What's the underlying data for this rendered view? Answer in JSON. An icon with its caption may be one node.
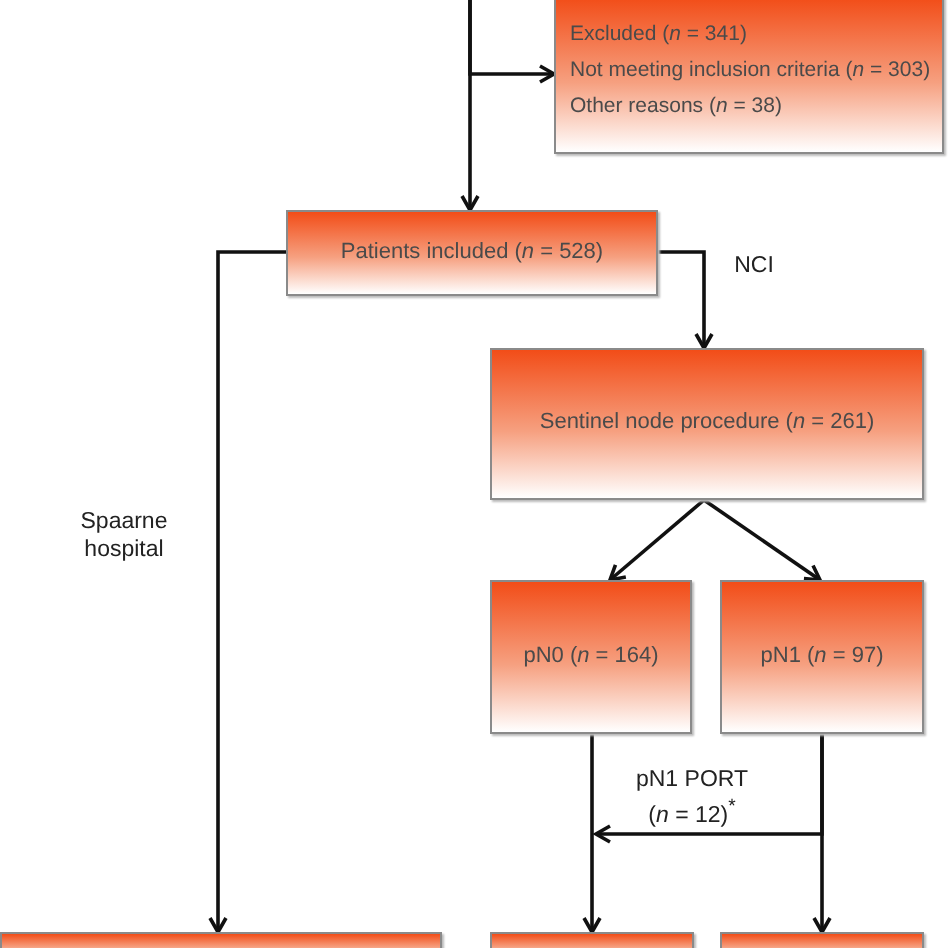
{
  "diagram": {
    "nodes": [
      {
        "text": [
          "Excluded (*n* = 341)",
          "Not meeting inclusion criteria (*n* = 303)",
          "Other reasons (*n* = 38)"
        ]
      },
      {
        "text": [
          "Patients included (*n* = 528)"
        ]
      },
      {
        "text": [
          "Sentinel node procedure (*n* = 261)"
        ]
      },
      {
        "text": [
          "pN0 (*n* = 164)"
        ]
      },
      {
        "text": [
          "pN1 (*n* = 97)"
        ]
      },
      {
        "text": [],
        "shape": "box"
      },
      {
        "text": [],
        "shape": "box"
      },
      {
        "text": [],
        "shape": "box"
      }
    ],
    "edges": [
      {
        "from": null,
        "to": 1,
        "arrow": "to"
      },
      {
        "from": null,
        "to": 0,
        "arrow": "to"
      },
      {
        "from": 1,
        "to": 5,
        "arrow": "to",
        "label": "Spaarne hospital"
      },
      {
        "from": 1,
        "to": 2,
        "arrow": "to",
        "label": "NCI"
      },
      {
        "from": 2,
        "to": 3,
        "arrow": "to"
      },
      {
        "from": 2,
        "to": 4,
        "arrow": "to"
      },
      {
        "from": 3,
        "to": 6,
        "arrow": "to"
      },
      {
        "from": 4,
        "to": 7,
        "arrow": "to"
      },
      {
        "from": 4,
        "to": 6,
        "arrow": "to",
        "label": "pN1 PORT (*n* = 12)$^{*}$"
      }
    ]
  }
}
